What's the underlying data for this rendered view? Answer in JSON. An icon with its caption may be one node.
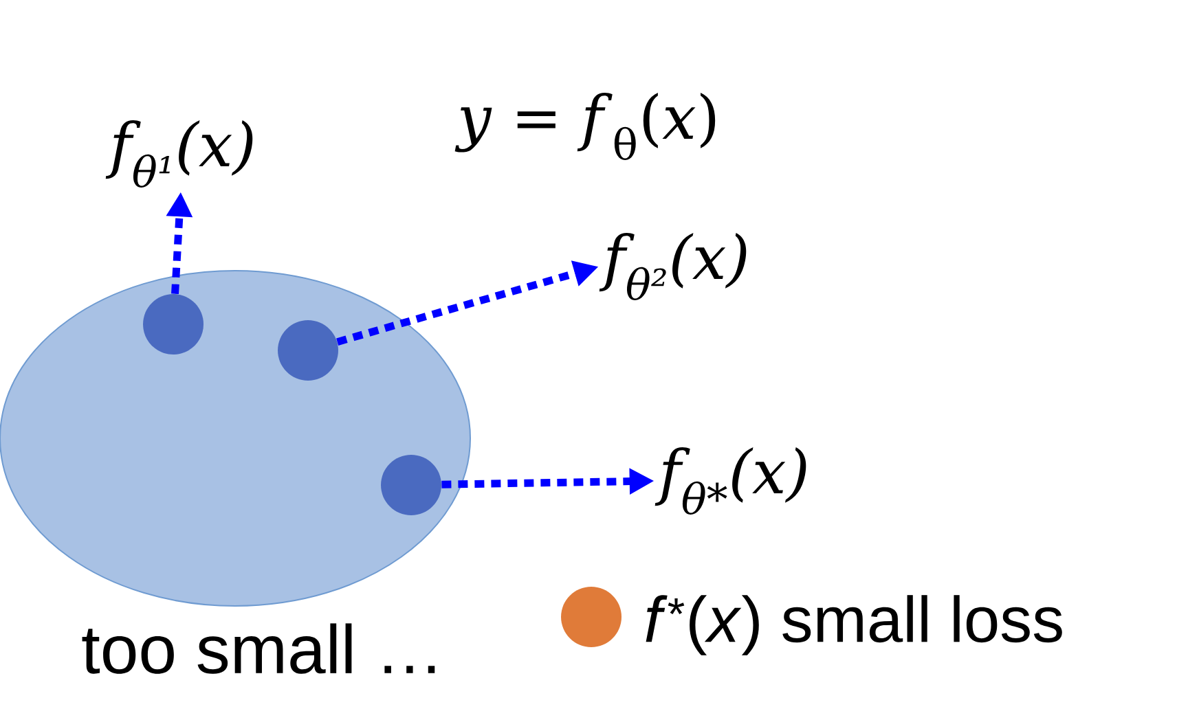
{
  "diagram": {
    "nodes": [
      {
        "text": [],
        "shape": "ellipse",
        "beside": [
          "too small …"
        ]
      },
      {
        "text": [],
        "shape": "circle",
        "in": 0
      },
      {
        "text": [],
        "shape": "circle",
        "in": 0
      },
      {
        "text": [],
        "shape": "circle",
        "in": 0
      },
      {
        "text": [
          "f$_{θ¹}$(x)"
        ]
      },
      {
        "text": [
          "f$_{θ²}$(x)"
        ]
      },
      {
        "text": [
          "f$_{θ*}$(x)"
        ]
      }
    ],
    "edges": [
      {
        "from": 1,
        "to": 4,
        "arrow": "to"
      },
      {
        "from": 2,
        "to": 5,
        "arrow": "to"
      },
      {
        "from": 3,
        "to": 6,
        "arrow": "to"
      }
    ],
    "labels": [
      "*y* = *f*$_{θ}$(*x*)"
    ],
    "legend": [
      {
        "text": "*f*$^{*}$(*x*) small loss",
        "color": "#e07b39"
      }
    ]
  }
}
